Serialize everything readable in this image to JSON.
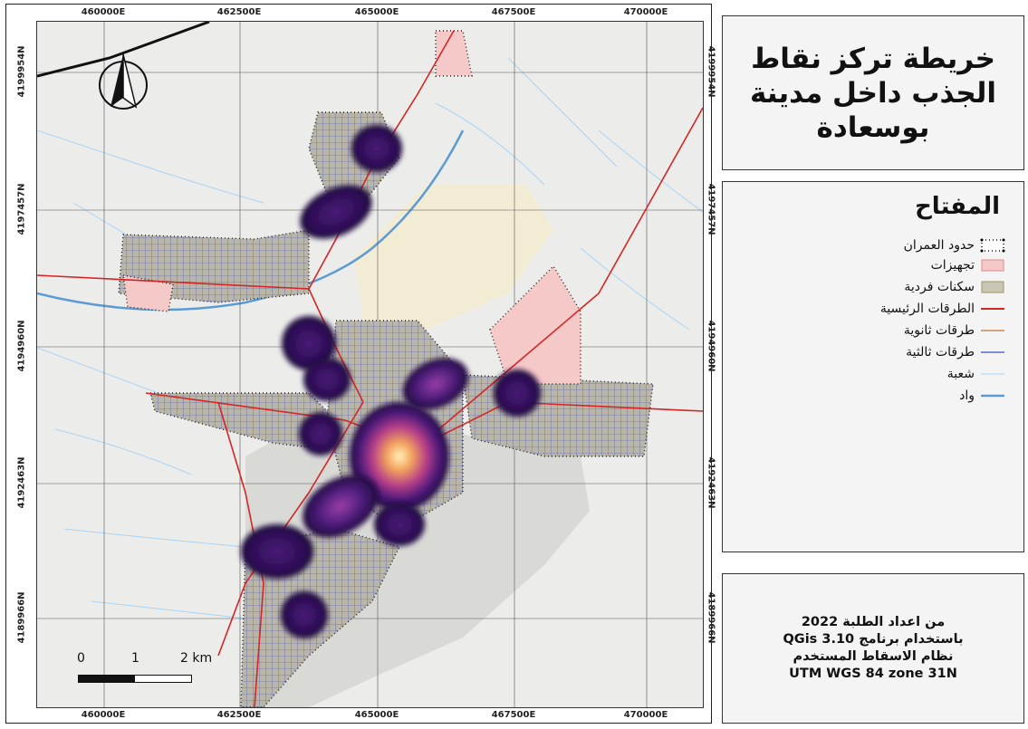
{
  "title": {
    "lines": [
      "خريطة تركز نقاط",
      "الجذب داخل مدينة",
      "بوسعادة"
    ]
  },
  "coords": {
    "x_labels": [
      "460000E",
      "462500E",
      "465000E",
      "467500E",
      "470000E"
    ],
    "y_labels": [
      "4199954N",
      "4197457N",
      "4194960N",
      "4192463N",
      "4189966N"
    ]
  },
  "legend": {
    "title": "المفتاح",
    "items": [
      {
        "label": "حدود العمران",
        "symbol": "boundary"
      },
      {
        "label": "تجهيزات",
        "symbol": "fill",
        "color": "#f6c9c9",
        "stroke": "#d98c8c"
      },
      {
        "label": "سكنات فردية",
        "symbol": "fill",
        "color": "#c9c6b5",
        "stroke": "#9b9668"
      },
      {
        "label": "الطرقات الرئيسية",
        "symbol": "line",
        "color": "#d62525",
        "width": 2
      },
      {
        "label": "طرقات ثانوية",
        "symbol": "line",
        "color": "#c98a5a",
        "width": 1.4
      },
      {
        "label": "طرقات ثالثية",
        "symbol": "line",
        "color": "#3b4fc9",
        "width": 1.2
      },
      {
        "label": "شعبة",
        "symbol": "line",
        "color": "#a9d4f5",
        "width": 1
      },
      {
        "label": "واد",
        "symbol": "line",
        "color": "#5b9bd5",
        "width": 2.5
      }
    ]
  },
  "scalebar": {
    "labels": [
      "0",
      "1",
      "2 km"
    ]
  },
  "credits": {
    "lines": [
      "من اعداد الطلبة 2022",
      "باستخدام برنامج QGis 3.10",
      "نظام الاسقاط المستخدم",
      "UTM WGS 84 zone 31N"
    ]
  },
  "colors": {
    "heat_low": "#2b0b52",
    "heat_mid": "#7a2ba0",
    "heat_high": "#fff1b8",
    "main_road": "#d62525",
    "wadi": "#5b9bd5"
  },
  "icons": {
    "north_arrow": "north-arrow-icon"
  }
}
